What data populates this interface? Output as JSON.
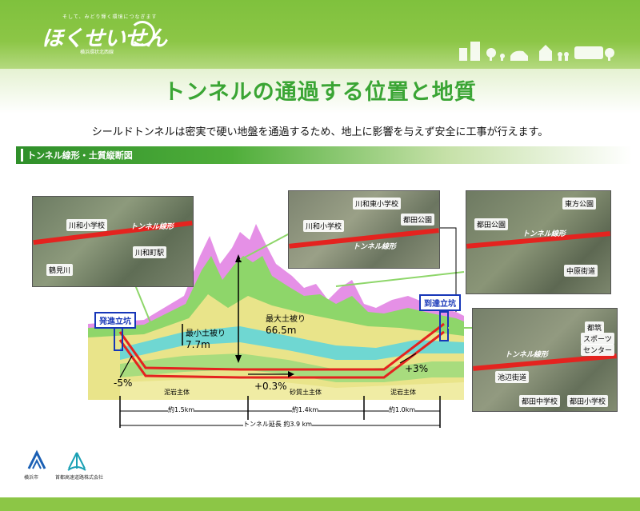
{
  "header": {
    "logo_tagline": "そして、みどり輝く環境につなぎます",
    "logo_text": "ほくせいせん",
    "logo_sub": "横浜環状北西線"
  },
  "title": "トンネルの通過する位置と地質",
  "subtitle": "シールドトンネルは密実で硬い地盤を通過するため、地上に影響を与えず安全に工事が行えます。",
  "section": {
    "label": "トンネル線形・土質縦断図"
  },
  "photos": {
    "left": {
      "labels": [
        "川和小学校",
        "川和町駅",
        "鶴見川"
      ],
      "route": "トンネル線形"
    },
    "center": {
      "labels": [
        "川和東小学校",
        "都田公園",
        "川和小学校"
      ],
      "route": "トンネル線形"
    },
    "right_top": {
      "labels": [
        "東方公園",
        "都田公園",
        "中原街道"
      ],
      "route": "トンネル線形"
    },
    "right_bottom": {
      "labels": [
        "都筑",
        "スポーツ",
        "センター",
        "池辺街道",
        "都田中学校",
        "都田小学校"
      ],
      "route": "トンネル線形"
    }
  },
  "profile": {
    "start_shaft": "発進立坑",
    "end_shaft": "到達立坑",
    "min_cover_label": "最小土被り",
    "min_cover_value": "7.7m",
    "max_cover_label": "最大土被り",
    "max_cover_value": "66.5m",
    "grade_left": "-5%",
    "grade_mid": "+0.3%",
    "grade_right": "+3%",
    "strata": [
      "泥岩主体",
      "砂質土主体",
      "泥岩主体"
    ],
    "segments": [
      "約1.5km",
      "約1.4km",
      "約1.0km"
    ],
    "total": "トンネル延長 約3.9 km",
    "colors": {
      "tunnel": "#e4231f",
      "shaft": "#1636b8",
      "green": "#8ed66a",
      "yellow": "#e9e48a",
      "cyan": "#6fd7d2",
      "pink": "#e590e6"
    }
  },
  "footer": {
    "left_logo_text": "横浜市",
    "right_logo_text": "首都高速道路株式会社"
  }
}
